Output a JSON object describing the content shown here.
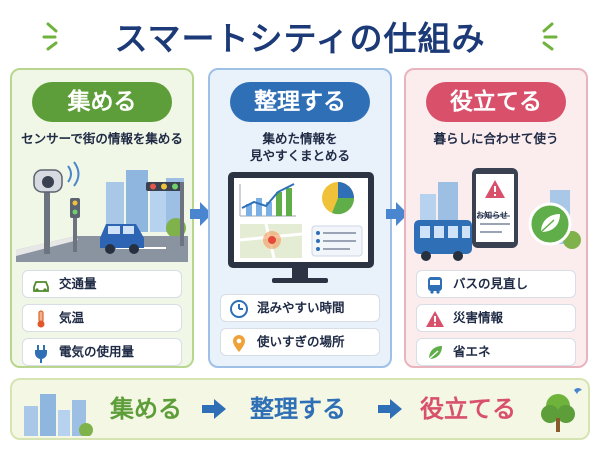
{
  "title": "スマートシティの仕組み",
  "colors": {
    "collect": "#5e9e3a",
    "organize": "#2f6fb6",
    "use": "#d9506b",
    "title": "#1d3a78"
  },
  "panels": [
    {
      "heading": "集める",
      "desc": [
        "センサーで街の情報を集める"
      ],
      "items": [
        {
          "label": "交通量",
          "icon": "car-icon"
        },
        {
          "label": "気温",
          "icon": "thermometer-icon"
        },
        {
          "label": "電気の使用量",
          "icon": "plug-icon"
        }
      ]
    },
    {
      "heading": "整理する",
      "desc": [
        "集めた情報を",
        "見やすくまとめる"
      ],
      "items": [
        {
          "label": "混みやすい時間",
          "icon": "clock-icon"
        },
        {
          "label": "使いすぎの場所",
          "icon": "location-pin-icon"
        }
      ]
    },
    {
      "heading": "役立てる",
      "desc": [
        "暮らしに合わせて使う"
      ],
      "notice": "お知らせ",
      "items": [
        {
          "label": "バスの見直し",
          "icon": "bus-icon"
        },
        {
          "label": "災害情報",
          "icon": "warning-icon"
        },
        {
          "label": "省エネ",
          "icon": "leaf-icon"
        }
      ]
    }
  ],
  "flow": [
    "集める",
    "整理する",
    "役立てる"
  ]
}
